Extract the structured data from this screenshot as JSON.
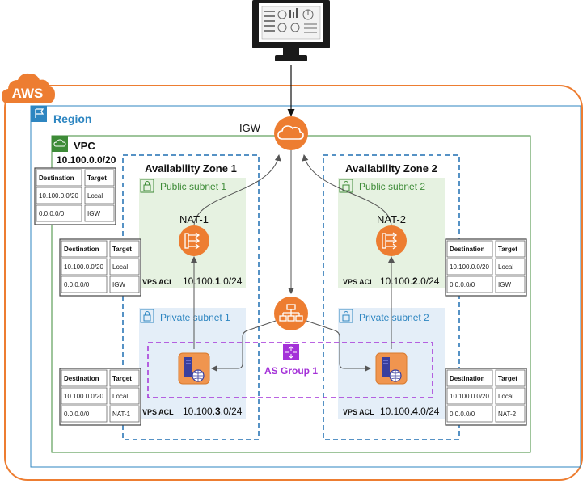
{
  "colors": {
    "aws": "#ED7D31",
    "region": "#2E86C1",
    "vpc": "#3D8B37",
    "az": "#1F6FB2",
    "public_fill": "#E6F2E1",
    "private_fill": "#E4EEF8",
    "as_group": "#A431D8",
    "icon_orange": "#ED7D31"
  },
  "labels": {
    "aws": "AWS",
    "region": "Region",
    "vpc": "VPC",
    "vpc_cidr": "10.100.0.0/20",
    "igw": "IGW",
    "az1": "Availability Zone 1",
    "az2": "Availability Zone 2",
    "public1": "Public subnet 1",
    "public2": "Public subnet 2",
    "private1": "Private subnet 1",
    "private2": "Private subnet 2",
    "nat1": "NAT-1",
    "nat2": "NAT-2",
    "as_group": "AS Group 1",
    "acl": "VPS ACL",
    "cidr_pub1_pre": "10.100.",
    "cidr_pub1_bold": "1",
    "cidr_pub1_post": ".0/24",
    "cidr_pub2_pre": "10.100.",
    "cidr_pub2_bold": "2",
    "cidr_pub2_post": ".0/24",
    "cidr_priv1_pre": "10.100.",
    "cidr_priv1_bold": "3",
    "cidr_priv1_post": ".0/24",
    "cidr_priv2_pre": "10.100.",
    "cidr_priv2_bold": "4",
    "cidr_priv2_post": ".0/24"
  },
  "route_tables": {
    "header": [
      "Destination",
      "Target"
    ],
    "vpc": [
      [
        "10.100.0.0/20",
        "Local"
      ],
      [
        "0.0.0.0/0",
        "IGW"
      ]
    ],
    "public1": [
      [
        "10.100.0.0/20",
        "Local"
      ],
      [
        "0.0.0.0/0",
        "IGW"
      ]
    ],
    "public2": [
      [
        "10.100.0.0/20",
        "Local"
      ],
      [
        "0.0.0.0/0",
        "IGW"
      ]
    ],
    "private1": [
      [
        "10.100.0.0/20",
        "Local"
      ],
      [
        "0.0.0.0/0",
        "NAT-1"
      ]
    ],
    "private2": [
      [
        "10.100.0.0/20",
        "Local"
      ],
      [
        "0.0.0.0/0",
        "NAT-2"
      ]
    ]
  },
  "icons": {
    "monitor": "monitor-dashboard-icon",
    "aws_cloud": "aws-cloud-icon",
    "region": "region-flag-icon",
    "vpc": "vpc-cloud-icon",
    "igw": "internet-gateway-icon",
    "nat": "nat-gateway-icon",
    "lock": "lock-icon",
    "elb": "load-balancer-icon",
    "as_group": "auto-scaling-icon",
    "instance": "ec2-instance-icon"
  }
}
